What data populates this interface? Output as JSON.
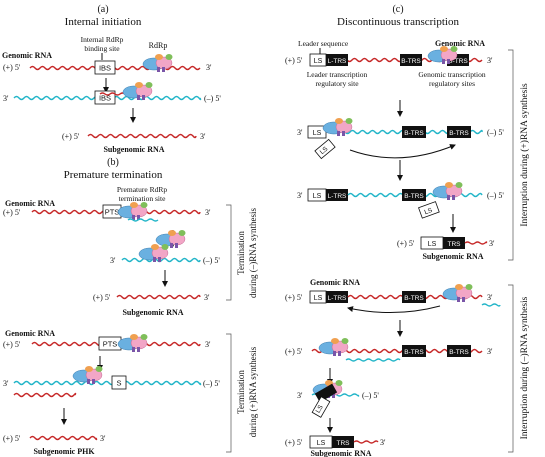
{
  "panel_a": {
    "letter": "(a)",
    "title": "Internal initiation",
    "genomic_rna": "Genomic RNA",
    "ibs_callout": [
      "Internal RdRp",
      "binding site"
    ],
    "rdrp": "RdRp",
    "ibs": "IBS",
    "plus5": "(+) 5'",
    "three_prime": "3'",
    "minus5": "(–) 5'",
    "subgenomic_rna": "Subgenomic RNA"
  },
  "panel_b": {
    "letter": "(b)",
    "title": "Premature termination",
    "pts_callout": [
      "Premature RdRp",
      "termination site"
    ],
    "genomic_rna": "Genomic RNA",
    "pts": "PTS",
    "pts_short": "S",
    "plus5": "(+) 5'",
    "three_prime": "3'",
    "minus5": "(–) 5'",
    "subgenomic_rna": "Subgenomic RNA",
    "subgenomic_rna_2": "Subgenomic PHK",
    "side_top": [
      "Termination",
      "during (–)RNA synthesis"
    ],
    "side_bottom": [
      "Termination",
      "during (+)RNA synthesis"
    ]
  },
  "panel_c": {
    "letter": "(c)",
    "title": "Discontinuous transcription",
    "leader_sequence": "Leader sequence",
    "genomic_rna": "Genomic RNA",
    "leader_trs_site": [
      "Leader transcription",
      "regulatory site"
    ],
    "genomic_trs_sites": [
      "Genomic transcription",
      "regulatory sites"
    ],
    "ls": "LS",
    "l_trs": "L-TRS",
    "b_trs": "B-TRS",
    "trs": "TRS",
    "plus5": "(+) 5'",
    "three_prime": "3'",
    "minus5": "(–) 5'",
    "subgenomic_rna": "Subgenomic RNA",
    "side_top": "Interruption during (+)RNA synthesis",
    "side_bottom": "Interruption during (–)RNA synthesis"
  },
  "colors": {
    "plus_strand": "#c62828",
    "minus_strand": "#22b5c8",
    "rdrp_blue": "#6ab0e0",
    "rdrp_pink": "#f2a6c6",
    "rdrp_orange": "#f0a050",
    "rdrp_green": "#7fbf5a",
    "rdrp_purple": "#7a55a8"
  }
}
